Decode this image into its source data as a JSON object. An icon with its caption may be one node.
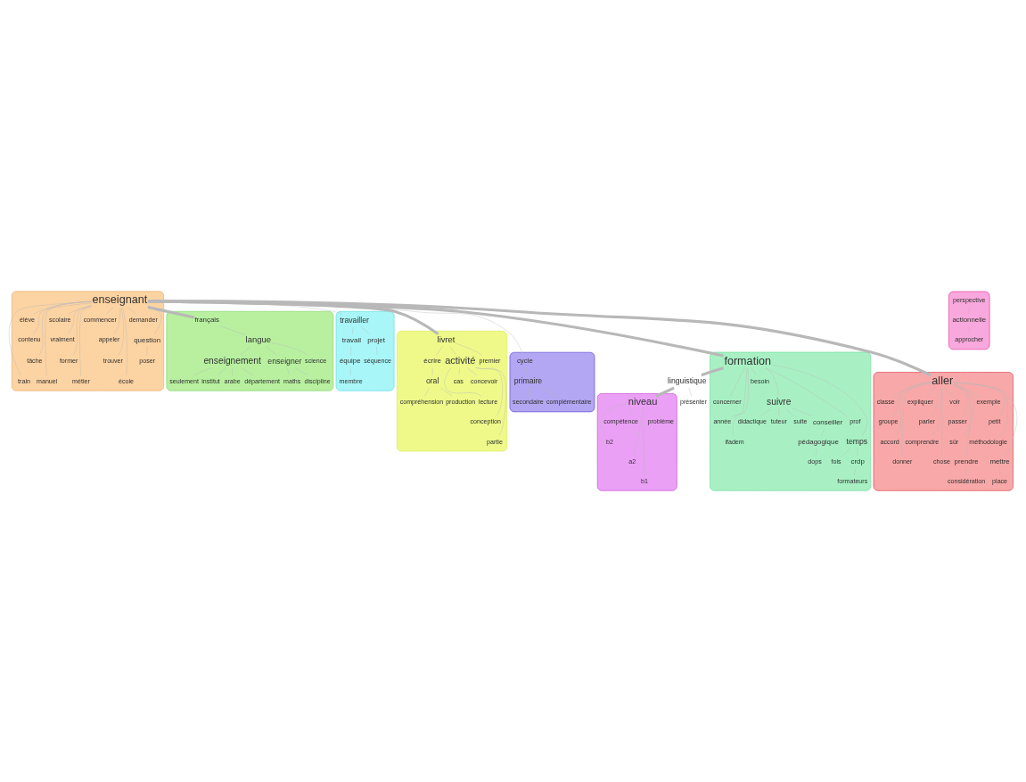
{
  "diagram": {
    "nodes": [
      {
        "text": [],
        "shape": "cloud"
      },
      {
        "text": [
          "seulement"
        ],
        "in": 0
      },
      {
        "text": [
          "institut"
        ],
        "in": 0
      },
      {
        "text": [
          "enseignement"
        ],
        "in": 0
      },
      {
        "text": [
          "arabe"
        ],
        "in": 0
      },
      {
        "text": [
          "maths"
        ],
        "in": 0
      },
      {
        "text": [
          "département"
        ],
        "in": 0
      },
      {
        "text": [
          "enseigner"
        ],
        "in": 0
      },
      {
        "text": [
          "discipline"
        ],
        "in": 0
      },
      {
        "text": [
          "science"
        ],
        "in": 0
      },
      {
        "text": [
          "langue"
        ],
        "in": 0
      },
      {
        "text": [
          "français"
        ],
        "in": 0
      },
      {
        "text": [],
        "shape": "cloud"
      },
      {
        "text": [
          "compréhension"
        ],
        "in": 12
      },
      {
        "text": [
          "production"
        ],
        "in": 12
      },
      {
        "text": [
          "oral"
        ],
        "in": 12
      },
      {
        "text": [
          "écrire"
        ],
        "in": 12
      },
      {
        "text": [
          "lecture"
        ],
        "in": 12
      },
      {
        "text": [
          "cas"
        ],
        "in": 12
      },
      {
        "text": [
          "concevoir"
        ],
        "in": 12
      },
      {
        "text": [
          "activité"
        ],
        "in": 12
      },
      {
        "text": [
          "conception"
        ],
        "in": 12
      },
      {
        "text": [
          "partie"
        ],
        "in": 12
      },
      {
        "text": [
          "premier"
        ],
        "in": 12
      },
      {
        "text": [
          "livret"
        ],
        "in": 12
      },
      {
        "text": [],
        "shape": "cloud"
      },
      {
        "text": [
          "secondaire"
        ],
        "in": 25
      },
      {
        "text": [
          "complémentaire"
        ],
        "in": 25
      },
      {
        "text": [
          "primaire"
        ],
        "in": 25
      },
      {
        "text": [
          "cycle"
        ],
        "in": 25
      },
      {
        "text": [],
        "shape": "cloud"
      },
      {
        "text": [
          "train"
        ],
        "in": 30
      },
      {
        "text": [
          "élève"
        ],
        "in": 30
      },
      {
        "text": [
          "contenu"
        ],
        "in": 30
      },
      {
        "text": [
          "tâche"
        ],
        "in": 30
      },
      {
        "text": [
          "manuel"
        ],
        "in": 30
      },
      {
        "text": [
          "scolaire"
        ],
        "in": 30
      },
      {
        "text": [
          "vraiment"
        ],
        "in": 30
      },
      {
        "text": [
          "former"
        ],
        "in": 30
      },
      {
        "text": [
          "métier"
        ],
        "in": 30
      },
      {
        "text": [
          "enseignant"
        ],
        "in": 30
      },
      {
        "text": [
          "commencer"
        ],
        "in": 30
      },
      {
        "text": [
          "appeler"
        ],
        "in": 30
      },
      {
        "text": [
          "trouver"
        ],
        "in": 30
      },
      {
        "text": [
          "école"
        ],
        "in": 30
      },
      {
        "text": [
          "demander"
        ],
        "in": 30
      },
      {
        "text": [
          "question"
        ],
        "in": 30
      },
      {
        "text": [
          "poser"
        ],
        "in": 30
      },
      {
        "text": [],
        "shape": "cloud"
      },
      {
        "text": [
          "b2"
        ],
        "in": 48
      },
      {
        "text": [
          "compétence"
        ],
        "in": 48
      },
      {
        "text": [
          "a2"
        ],
        "in": 48
      },
      {
        "text": [
          "niveau"
        ],
        "in": 48
      },
      {
        "text": [
          "b1"
        ],
        "in": 48
      },
      {
        "text": [
          "problème"
        ],
        "in": 48
      },
      {
        "text": [],
        "shape": "cloud"
      },
      {
        "text": [
          "concerner"
        ],
        "in": 55
      },
      {
        "text": [
          "année"
        ],
        "in": 55
      },
      {
        "text": [
          "linguistique"
        ]
      },
      {
        "text": [
          "ifadem"
        ],
        "in": 55
      },
      {
        "text": [
          "besoin"
        ],
        "in": 55
      },
      {
        "text": [
          "présenter"
        ]
      },
      {
        "text": [
          "formation"
        ],
        "in": 55
      },
      {
        "text": [
          "suivre"
        ],
        "in": 55
      },
      {
        "text": [
          "prof"
        ],
        "in": 55
      },
      {
        "text": [
          "didactique"
        ],
        "in": 55
      },
      {
        "text": [
          "tuteur"
        ],
        "in": 55
      },
      {
        "text": [
          "suite"
        ],
        "in": 55
      },
      {
        "text": [
          "temps"
        ],
        "in": 55
      },
      {
        "text": [
          "conseiller"
        ],
        "in": 55
      },
      {
        "text": [
          "fois"
        ],
        "in": 55
      },
      {
        "text": [
          "crdp"
        ],
        "in": 55
      },
      {
        "text": [
          "pédagogique"
        ],
        "in": 55
      },
      {
        "text": [
          "formateurs"
        ],
        "in": 55
      },
      {
        "text": [
          "dops"
        ],
        "in": 55
      },
      {
        "text": [],
        "shape": "cloud"
      },
      {
        "text": [
          "classe"
        ],
        "in": 75
      },
      {
        "text": [
          "groupe"
        ],
        "in": 75
      },
      {
        "text": [
          "accord"
        ],
        "in": 75
      },
      {
        "text": [
          "donner"
        ],
        "in": 75
      },
      {
        "text": [
          "expliquer"
        ],
        "in": 75
      },
      {
        "text": [
          "aller"
        ],
        "in": 75
      },
      {
        "text": [
          "parler"
        ],
        "in": 75
      },
      {
        "text": [
          "comprendre"
        ],
        "in": 75
      },
      {
        "text": [
          "chose"
        ],
        "in": 75
      },
      {
        "text": [
          "voir"
        ],
        "in": 75
      },
      {
        "text": [
          "passer"
        ],
        "in": 75
      },
      {
        "text": [
          "sûr"
        ],
        "in": 75
      },
      {
        "text": [
          "prendre"
        ],
        "in": 75
      },
      {
        "text": [
          "exemple"
        ],
        "in": 75
      },
      {
        "text": [
          "petit"
        ],
        "in": 75
      },
      {
        "text": [
          "méthodologie"
        ],
        "in": 75
      },
      {
        "text": [
          "mettre"
        ],
        "in": 75
      },
      {
        "text": [
          "considération"
        ],
        "in": 75
      },
      {
        "text": [
          "place"
        ],
        "in": 75
      },
      {
        "text": [],
        "shape": "cloud"
      },
      {
        "text": [
          "travailler"
        ],
        "in": 95
      },
      {
        "text": [
          "travail"
        ],
        "in": 95
      },
      {
        "text": [
          "projet"
        ],
        "in": 95
      },
      {
        "text": [
          "séquence"
        ],
        "in": 95
      },
      {
        "text": [
          "équipe"
        ],
        "in": 95
      },
      {
        "text": [
          "membre"
        ],
        "in": 95
      },
      {
        "text": [],
        "shape": "cloud"
      },
      {
        "text": [
          "perspective"
        ],
        "in": 102
      },
      {
        "text": [
          "actionnelle"
        ],
        "in": 102
      },
      {
        "text": [
          "approcher"
        ],
        "in": 102
      }
    ],
    "edges": [
      {
        "from": 11,
        "to": 10,
        "arrow": "none"
      },
      {
        "from": 10,
        "to": 9,
        "arrow": "none"
      },
      {
        "from": 10,
        "to": 7,
        "arrow": "none"
      },
      {
        "from": 10,
        "to": 3,
        "arrow": "none"
      },
      {
        "from": 3,
        "to": 1,
        "arrow": "none"
      },
      {
        "from": 3,
        "to": 2,
        "arrow": "none"
      },
      {
        "from": 3,
        "to": 4,
        "arrow": "none"
      },
      {
        "from": 3,
        "to": 6,
        "arrow": "none"
      },
      {
        "from": 7,
        "to": 5,
        "arrow": "none"
      },
      {
        "from": 7,
        "to": 8,
        "arrow": "none"
      },
      {
        "from": 40,
        "to": 11,
        "arrow": "none",
        "style": "thick"
      },
      {
        "from": 24,
        "to": 20,
        "arrow": "none"
      },
      {
        "from": 20,
        "to": 18,
        "arrow": "none"
      },
      {
        "from": 20,
        "to": 17,
        "arrow": "none"
      },
      {
        "from": 20,
        "to": 21,
        "arrow": "none"
      },
      {
        "from": 20,
        "to": 22,
        "arrow": "none"
      },
      {
        "from": 20,
        "to": 19,
        "arrow": "none"
      },
      {
        "from": 24,
        "to": 23,
        "arrow": "none"
      },
      {
        "from": 24,
        "to": 16,
        "arrow": "none"
      },
      {
        "from": 16,
        "to": 15,
        "arrow": "none"
      },
      {
        "from": 15,
        "to": 13,
        "arrow": "none"
      },
      {
        "from": 15,
        "to": 14,
        "arrow": "none"
      },
      {
        "from": 40,
        "to": 24,
        "arrow": "none",
        "style": "thick"
      },
      {
        "from": 29,
        "to": 28,
        "arrow": "none"
      },
      {
        "from": 28,
        "to": 27,
        "arrow": "none"
      },
      {
        "from": 28,
        "to": 26,
        "arrow": "none"
      },
      {
        "from": 40,
        "to": 29,
        "arrow": "none"
      },
      {
        "from": 40,
        "to": 31,
        "arrow": "none"
      },
      {
        "from": 40,
        "to": 32,
        "arrow": "none"
      },
      {
        "from": 40,
        "to": 33,
        "arrow": "none"
      },
      {
        "from": 40,
        "to": 34,
        "arrow": "none"
      },
      {
        "from": 40,
        "to": 35,
        "arrow": "none"
      },
      {
        "from": 40,
        "to": 36,
        "arrow": "none"
      },
      {
        "from": 40,
        "to": 37,
        "arrow": "none"
      },
      {
        "from": 40,
        "to": 38,
        "arrow": "none"
      },
      {
        "from": 40,
        "to": 39,
        "arrow": "none"
      },
      {
        "from": 40,
        "to": 41,
        "arrow": "none"
      },
      {
        "from": 40,
        "to": 42,
        "arrow": "none"
      },
      {
        "from": 40,
        "to": 43,
        "arrow": "none"
      },
      {
        "from": 40,
        "to": 44,
        "arrow": "none"
      },
      {
        "from": 40,
        "to": 45,
        "arrow": "none"
      },
      {
        "from": 40,
        "to": 46,
        "arrow": "none"
      },
      {
        "from": 46,
        "to": 47,
        "arrow": "none"
      },
      {
        "from": 52,
        "to": 50,
        "arrow": "none"
      },
      {
        "from": 52,
        "to": 49,
        "arrow": "none"
      },
      {
        "from": 52,
        "to": 51,
        "arrow": "none"
      },
      {
        "from": 52,
        "to": 53,
        "arrow": "none"
      },
      {
        "from": 52,
        "to": 54,
        "arrow": "none"
      },
      {
        "from": 58,
        "to": 52,
        "arrow": "none",
        "style": "thick"
      },
      {
        "from": 62,
        "to": 58,
        "arrow": "none",
        "style": "thick"
      },
      {
        "from": 62,
        "to": 56,
        "arrow": "none"
      },
      {
        "from": 62,
        "to": 57,
        "arrow": "none"
      },
      {
        "from": 62,
        "to": 59,
        "arrow": "none"
      },
      {
        "from": 62,
        "to": 60,
        "arrow": "none"
      },
      {
        "from": 58,
        "to": 61,
        "arrow": "none"
      },
      {
        "from": 62,
        "to": 63,
        "arrow": "none"
      },
      {
        "from": 62,
        "to": 64,
        "arrow": "none"
      },
      {
        "from": 62,
        "to": 68,
        "arrow": "none"
      },
      {
        "from": 63,
        "to": 65,
        "arrow": "none"
      },
      {
        "from": 63,
        "to": 67,
        "arrow": "none"
      },
      {
        "from": 63,
        "to": 66,
        "arrow": "none"
      },
      {
        "from": 63,
        "to": 69,
        "arrow": "none"
      },
      {
        "from": 69,
        "to": 72,
        "arrow": "none"
      },
      {
        "from": 72,
        "to": 74,
        "arrow": "none"
      },
      {
        "from": 68,
        "to": 70,
        "arrow": "none"
      },
      {
        "from": 68,
        "to": 71,
        "arrow": "none"
      },
      {
        "from": 71,
        "to": 73,
        "arrow": "none"
      },
      {
        "from": 40,
        "to": 62,
        "arrow": "none",
        "style": "thick"
      },
      {
        "from": 81,
        "to": 76,
        "arrow": "none"
      },
      {
        "from": 81,
        "to": 77,
        "arrow": "none"
      },
      {
        "from": 81,
        "to": 78,
        "arrow": "none"
      },
      {
        "from": 81,
        "to": 79,
        "arrow": "none"
      },
      {
        "from": 81,
        "to": 80,
        "arrow": "none"
      },
      {
        "from": 81,
        "to": 82,
        "arrow": "none"
      },
      {
        "from": 81,
        "to": 83,
        "arrow": "none"
      },
      {
        "from": 81,
        "to": 84,
        "arrow": "none"
      },
      {
        "from": 81,
        "to": 85,
        "arrow": "none"
      },
      {
        "from": 81,
        "to": 86,
        "arrow": "none"
      },
      {
        "from": 81,
        "to": 87,
        "arrow": "none"
      },
      {
        "from": 81,
        "to": 88,
        "arrow": "none"
      },
      {
        "from": 81,
        "to": 89,
        "arrow": "none"
      },
      {
        "from": 81,
        "to": 90,
        "arrow": "none"
      },
      {
        "from": 81,
        "to": 91,
        "arrow": "none"
      },
      {
        "from": 81,
        "to": 92,
        "arrow": "none"
      },
      {
        "from": 88,
        "to": 93,
        "arrow": "none"
      },
      {
        "from": 92,
        "to": 94,
        "arrow": "none"
      },
      {
        "from": 40,
        "to": 81,
        "arrow": "none",
        "style": "thick"
      },
      {
        "from": 96,
        "to": 97,
        "arrow": "none"
      },
      {
        "from": 96,
        "to": 98,
        "arrow": "none"
      },
      {
        "from": 98,
        "to": 99,
        "arrow": "none"
      },
      {
        "from": 97,
        "to": 100,
        "arrow": "none"
      },
      {
        "from": 100,
        "to": 101,
        "arrow": "none"
      },
      {
        "from": 40,
        "to": 96,
        "arrow": "none"
      },
      {
        "from": 103,
        "to": 104,
        "arrow": "none"
      },
      {
        "from": 104,
        "to": 105,
        "arrow": "none"
      }
    ]
  }
}
